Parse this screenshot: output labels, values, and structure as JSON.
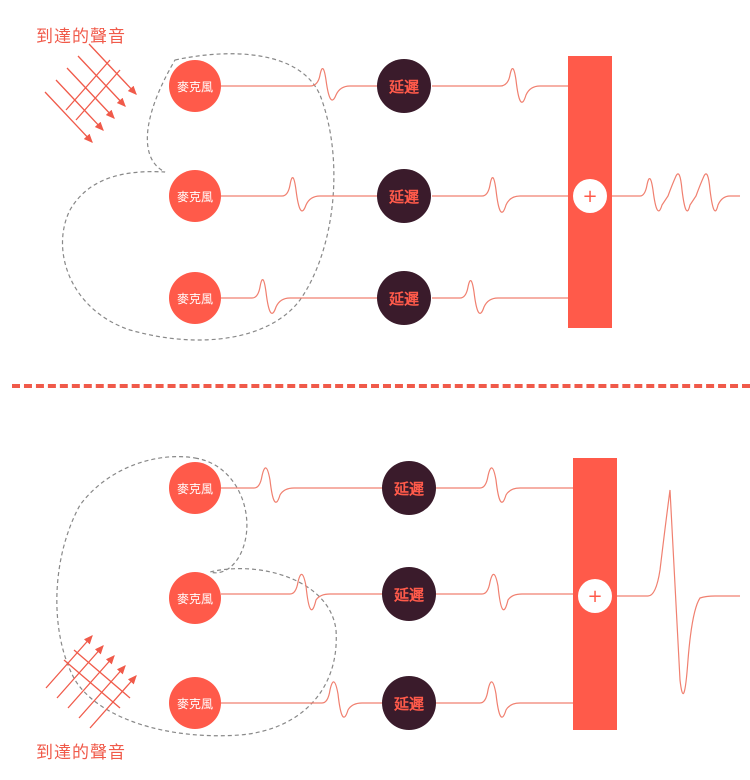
{
  "top": {
    "incoming_label": "到達的聲音",
    "mics": [
      "麥克風",
      "麥克風",
      "麥克風"
    ],
    "delays": [
      "延遲",
      "延遲",
      "延遲"
    ],
    "sum_symbol": "+"
  },
  "bottom": {
    "incoming_label": "到達的聲音",
    "mics": [
      "麥克風",
      "麥克風",
      "麥克風"
    ],
    "delays": [
      "延遲",
      "延遲",
      "延遲"
    ],
    "sum_symbol": "+"
  },
  "colors": {
    "accent": "#ff5a4a",
    "delay_fill": "#3a1b2b",
    "wire": "#f08070",
    "polar_pattern": "#888888"
  }
}
